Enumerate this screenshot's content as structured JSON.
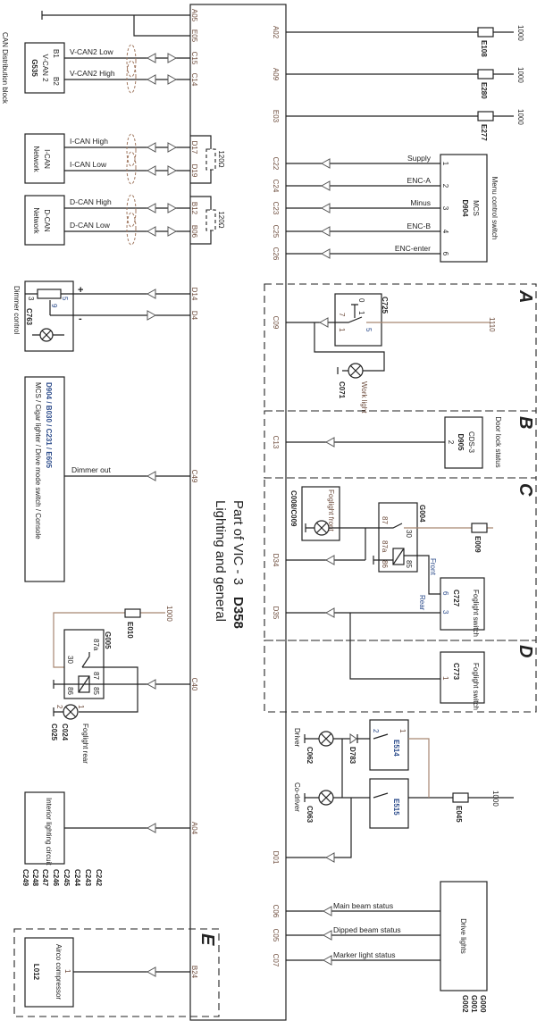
{
  "title": {
    "line1": "Part of VIC - 3",
    "id": "D358",
    "line2": "Lighting and general"
  },
  "colors": {
    "wire": "#222222",
    "supply_wire": "#a88672",
    "blue_label": "#2a4a8a",
    "pin_label": "#6b4a3a"
  },
  "left_pins": {
    "a05": "A05",
    "e05": "E05",
    "c15": "C15",
    "c14": "C14",
    "d17": "D17",
    "d19": "D19",
    "b12": "B12",
    "b06": "B06",
    "d14": "D14",
    "d4": "D4",
    "c49": "C49",
    "c40": "C40",
    "a04": "A04",
    "b24": "B24"
  },
  "right_pins": {
    "a02": "A02",
    "a09": "A09",
    "e03": "E03",
    "c22": "C22",
    "c24": "C24",
    "c23": "C23",
    "c25": "C25",
    "c26": "C26",
    "c09": "C09",
    "c13": "C13",
    "d34": "D34",
    "d35": "D35",
    "d01": "D01",
    "c06": "C06",
    "c05": "C05",
    "c07": "C07"
  },
  "can_block": {
    "caption": "CAN Distribution block",
    "pin_b1": "B1",
    "pin_b2": "B2",
    "name": "V-CAN 2",
    "id": "G535",
    "low": "V-CAN2 Low",
    "high": "V-CAN2 High"
  },
  "ican": {
    "name": "I-CAN",
    "sub": "Network",
    "high": "I-CAN High",
    "low": "I-CAN Low",
    "resistor": "120Ω"
  },
  "dcan": {
    "name": "D-CAN",
    "sub": "Network",
    "high": "D-CAN High",
    "low": "D-CAN Low",
    "resistor": "120Ω"
  },
  "dimmer": {
    "caption": "Dimmer control",
    "id": "C763",
    "pin3": "3",
    "pin5": "5",
    "pin9": "9",
    "plus": "+",
    "minus": "-"
  },
  "dimmer_out": {
    "ids": "D904 / B030 / C231 / E605",
    "desc": "MCS / Cigar lighter / Drive mode switch / Console",
    "label": "Dimmer out"
  },
  "rear_fog": {
    "fuse": "E010",
    "supply": "1000",
    "relay": "G005",
    "p87a": "87a",
    "p30": "30",
    "p87": "87",
    "p86": "86",
    "p85": "85",
    "lamp_caption": "Foglight rear",
    "lamp_ids": [
      "C024",
      "C025"
    ],
    "pin1": "1",
    "pin2": "2"
  },
  "interior": {
    "name": "Interior lighting circuit",
    "ids": [
      "C242",
      "C243",
      "C244",
      "C245",
      "C246",
      "C247",
      "C248",
      "C249"
    ]
  },
  "region_e": {
    "letter": "E",
    "name": "Airco compressor",
    "id": "L012",
    "pin": "1"
  },
  "fuses": [
    {
      "id": "E108",
      "supply": "1000"
    },
    {
      "id": "E280",
      "supply": "1000"
    },
    {
      "id": "E277",
      "supply": "1000"
    }
  ],
  "menu_switch": {
    "caption": "Menu control switch",
    "name": "MCS",
    "id": "D904",
    "signals": [
      {
        "label": "Supply",
        "pin": "1"
      },
      {
        "label": "ENC-A",
        "pin": "2"
      },
      {
        "label": "Minus",
        "pin": "3"
      },
      {
        "label": "ENC-B",
        "pin": "4"
      },
      {
        "label": "ENC-enter",
        "pin": "6"
      }
    ]
  },
  "region_a": {
    "letter": "A",
    "switch": "C725",
    "p0": "0",
    "p1": "1",
    "p7": "7",
    "p1b": "1",
    "p5": "5",
    "supply": "1110",
    "lamp_caption": "Work light",
    "lamp_id": "C071"
  },
  "region_b": {
    "letter": "B",
    "caption": "Door lock status",
    "name": "CDS-3",
    "id": "D905",
    "pin": "2"
  },
  "region_c": {
    "letter": "C",
    "lamp_caption": "Foglight front",
    "lamp_ids": "C008/C009",
    "relay": "G004",
    "p87": "87",
    "p30": "30",
    "p87a": "87a",
    "p86": "86",
    "p85": "85",
    "fuse": "E009",
    "front": "Front",
    "rear": "Rear",
    "switch_caption": "Foglight switch",
    "switch_id": "C727",
    "p6": "6",
    "p3": "3"
  },
  "region_d": {
    "letter": "D",
    "switch_caption": "Foglight switch",
    "switch_id": "C773",
    "pin": "1"
  },
  "door_lights": {
    "driver": "Driver",
    "codriver": "Co-driver",
    "lamp1": "C062",
    "lamp2": "C063",
    "diode": "D783",
    "sw1": "E514",
    "sw2": "E515",
    "fuse": "E045",
    "supply": "1000",
    "p1": "1",
    "p2": "2"
  },
  "drive_lights": {
    "name": "Drive lights",
    "ids": [
      "G000",
      "G001",
      "G002"
    ],
    "signals": [
      "Main beam status",
      "Dipped beam status",
      "Marker light status"
    ]
  }
}
